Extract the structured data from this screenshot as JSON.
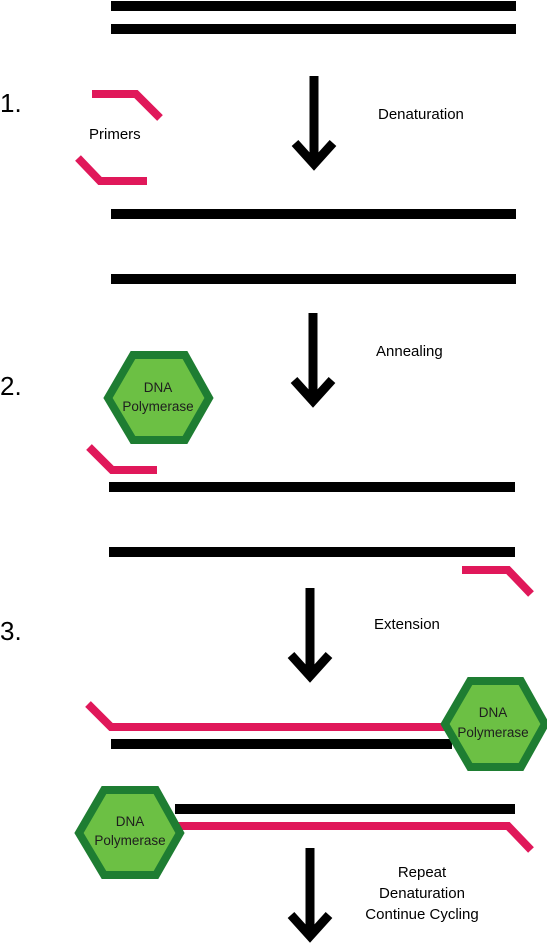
{
  "colors": {
    "dna_strand": "#000000",
    "primer": "#e0185a",
    "polymerase_outer": "#1e7d32",
    "polymerase_inner": "#6cc044"
  },
  "steps": [
    {
      "number": "1.",
      "label": "Denaturation"
    },
    {
      "number": "2.",
      "label": "Annealing"
    },
    {
      "number": "3.",
      "label": "Extension"
    }
  ],
  "primers_label": "Primers",
  "polymerase_label": {
    "line1": "DNA",
    "line2": "Polymerase"
  },
  "final_step": {
    "line1": "Repeat",
    "line2": "Denaturation",
    "line3": "Continue Cycling"
  }
}
